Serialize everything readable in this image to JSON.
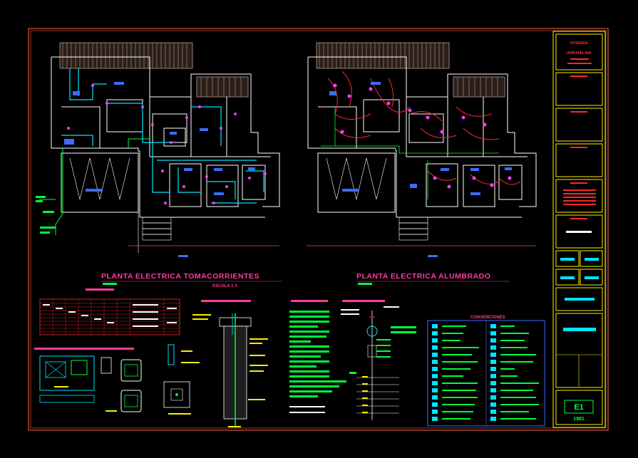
{
  "sheet": {
    "left_plan_title": "PLANTA ELECTRICA TOMACORRIENTES",
    "left_plan_subtitle": "ESCALA 1:1",
    "right_plan_title": "PLANTA ELECTRICA ALUMBRADO",
    "legend_title": "CONVENCIONES"
  },
  "title_block": {
    "project_line1": "VIVIENDA",
    "project_line2": "UNIFAMILIAR",
    "sheet_code": "E1",
    "sheet_date": "1981"
  },
  "colors": {
    "background": "#000000",
    "border": "#ff6a4d",
    "wall": "#ffffff",
    "roof": "#b59a8c",
    "title": "#ff3c9c",
    "cyan": "#00e5ff",
    "green": "#00ff3c",
    "red": "#ff2a2a",
    "yellow": "#ffee00",
    "blue": "#3c6cff",
    "magenta": "#ff3cff"
  }
}
